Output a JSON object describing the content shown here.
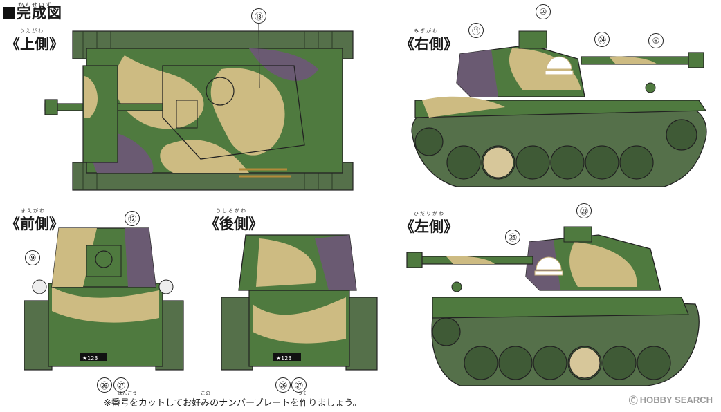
{
  "header": {
    "title": "完成図",
    "ruby": "かんせいず"
  },
  "views": {
    "top": {
      "label": "《上側》",
      "ruby": "うえがわ"
    },
    "right": {
      "label": "《右側》",
      "ruby": "みぎがわ"
    },
    "front": {
      "label": "《前側》",
      "ruby": "まえがわ"
    },
    "rear": {
      "label": "《後側》",
      "ruby": "うしろがわ"
    },
    "left": {
      "label": "《左側》",
      "ruby": "ひだりがわ"
    }
  },
  "callouts": {
    "c13": "⑬",
    "c10": "⑩",
    "c11": "⑪",
    "c24": "㉔",
    "c6": "⑥",
    "c12": "⑫",
    "c9": "⑨",
    "c26a": "㉖",
    "c27a": "㉗",
    "c26b": "㉖",
    "c27b": "㉗",
    "c23": "㉓",
    "c25": "㉕"
  },
  "plates": {
    "front": "★123",
    "rear": "★123"
  },
  "footnote": {
    "text": "※番号をカットしてお好みのナンバープレートを作りましょう。",
    "ruby_number": "ばんごう",
    "ruby_like": "この",
    "ruby_make": "つく"
  },
  "brand": {
    "logo": "Ⓒ",
    "name": "HOBBY SEARCH"
  },
  "colors": {
    "green": "#4f7a3f",
    "sand": "#cdbb82",
    "purple": "#6a5a72",
    "track": "#55704a"
  }
}
